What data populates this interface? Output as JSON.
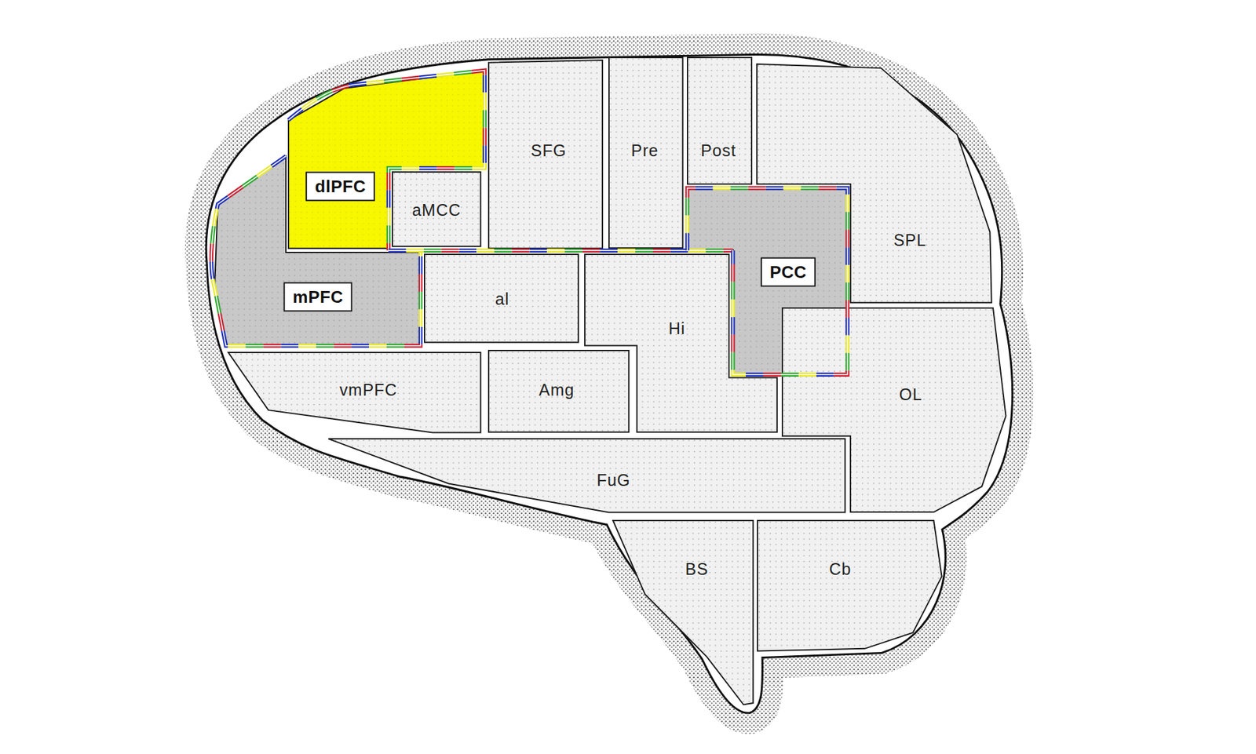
{
  "diagram": {
    "nodes": [
      {
        "text": [
          "dlPFC"
        ]
      },
      {
        "text": [
          "aMCC"
        ]
      },
      {
        "text": [
          "SFG"
        ]
      },
      {
        "text": [
          "Pre"
        ]
      },
      {
        "text": [
          "Post"
        ]
      },
      {
        "text": [
          "SPL"
        ]
      },
      {
        "text": [
          "mPFC"
        ]
      },
      {
        "text": [
          "al"
        ]
      },
      {
        "text": [
          "Hi"
        ]
      },
      {
        "text": [
          "PCC"
        ]
      },
      {
        "text": [
          "vmPFC"
        ]
      },
      {
        "text": [
          "Amg"
        ]
      },
      {
        "text": [
          "OL"
        ]
      },
      {
        "text": [
          "FuG"
        ]
      },
      {
        "text": [
          "BS"
        ]
      },
      {
        "text": [
          "Cb"
        ]
      }
    ]
  }
}
